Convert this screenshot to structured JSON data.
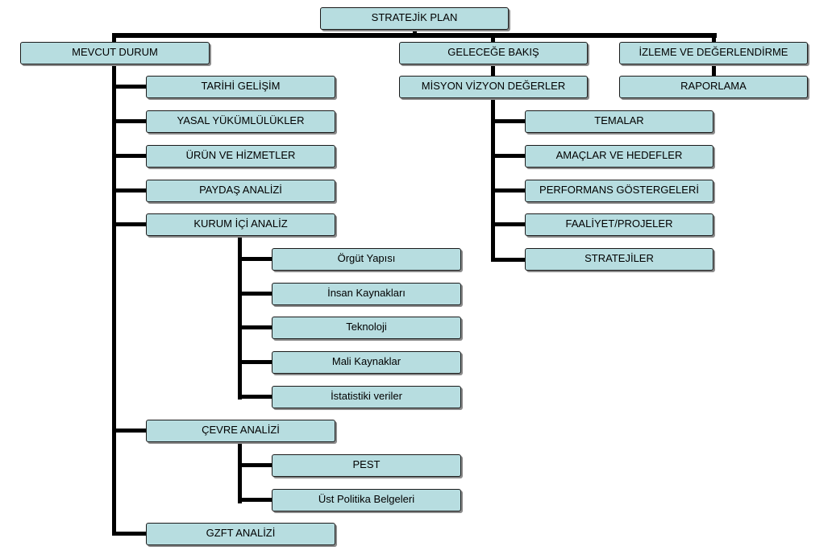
{
  "diagram": {
    "root": "STRATEJİK PLAN",
    "mevcut_durum": {
      "title": "MEVCUT DURUM",
      "items": [
        "TARİHİ GELİŞİM",
        "YASAL YÜKÜMLÜLÜKLER",
        "ÜRÜN VE HİZMETLER",
        "PAYDAŞ ANALİZİ"
      ],
      "kurum_ici": {
        "title": "KURUM İÇİ ANALİZ",
        "items": [
          "Örgüt Yapısı",
          "İnsan Kaynakları",
          "Teknoloji",
          "Mali Kaynaklar",
          "İstatistiki veriler"
        ]
      },
      "cevre": {
        "title": "ÇEVRE ANALİZİ",
        "items": [
          "PEST",
          "Üst Politika Belgeleri"
        ]
      },
      "gzft": "GZFT ANALİZİ"
    },
    "gelecege_bakis": {
      "title": "GELECEĞE BAKIŞ",
      "misyon": "MİSYON VİZYON DEĞERLER",
      "items": [
        "TEMALAR",
        "AMAÇLAR VE HEDEFLER",
        "PERFORMANS GÖSTERGELERİ",
        "FAALİYET/PROJELER",
        "STRATEJİLER"
      ]
    },
    "izleme": {
      "title": "İZLEME VE DEĞERLENDİRME",
      "raporlama": "RAPORLAMA"
    }
  },
  "colors": {
    "box_fill": "#b7dde0",
    "line": "#000000"
  }
}
